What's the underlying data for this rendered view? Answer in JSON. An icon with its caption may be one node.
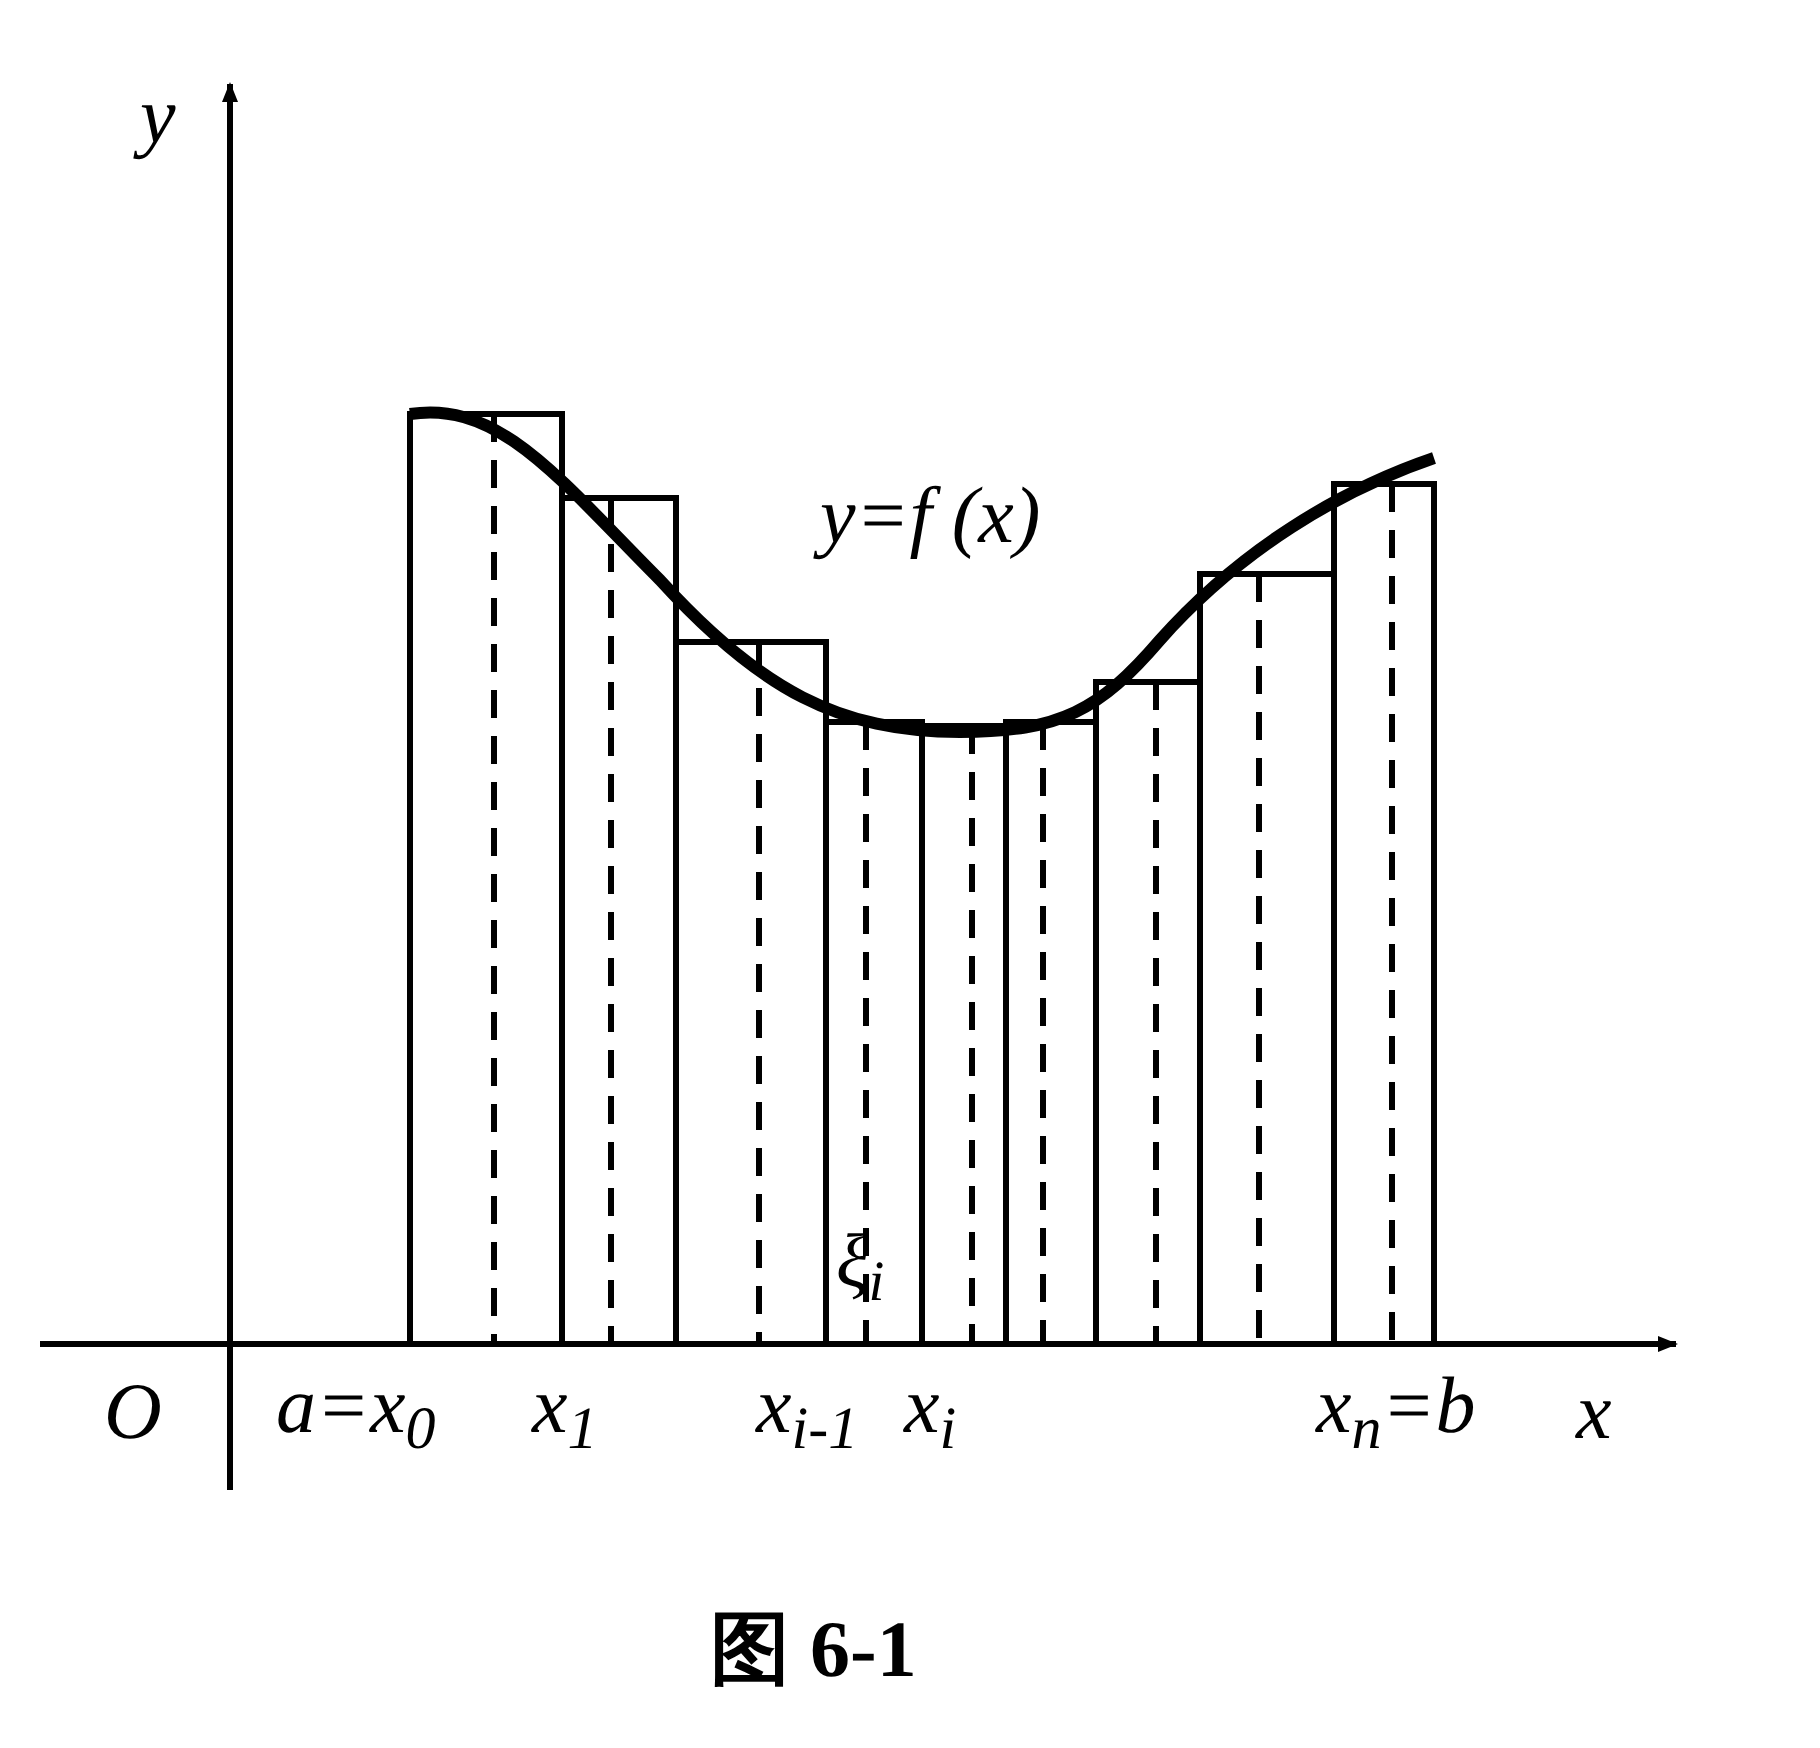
{
  "diagram": {
    "caption": "图 6-1",
    "labels": [
      "y",
      "y=f (x)",
      "ξ$_{i}$",
      "O",
      "a=x$_{0}$",
      "x$_{1}$",
      "x$_{i-1}$",
      "x$_{i}$",
      "x$_{n}$=b",
      "x"
    ]
  }
}
